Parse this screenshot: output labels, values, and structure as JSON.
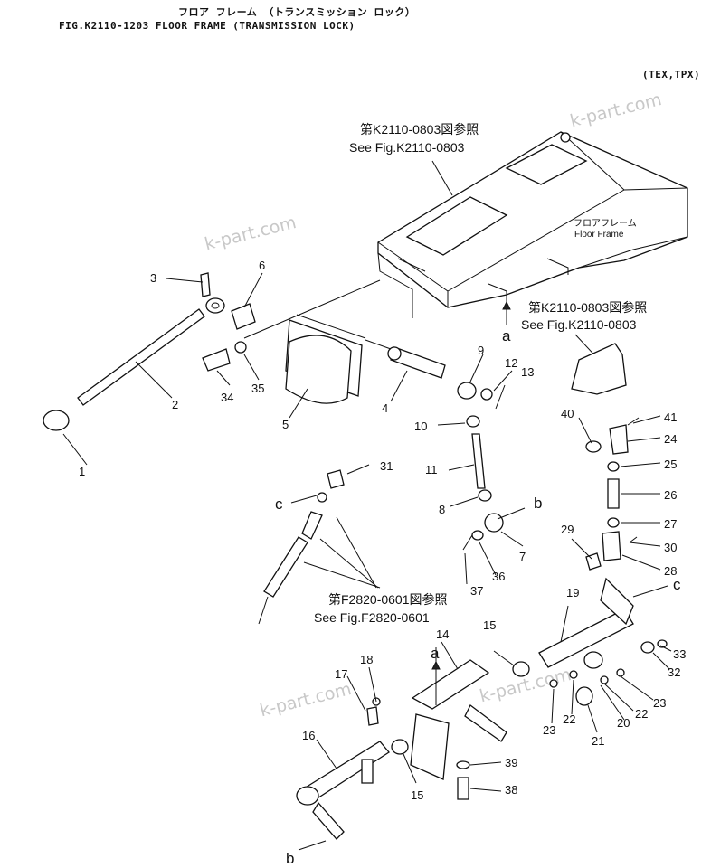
{
  "header": {
    "title_jp": "フロア フレーム （トランスミッション ロック）",
    "title_en": "FIG.K2110-1203  FLOOR FRAME (TRANSMISSION LOCK)",
    "model_tag": "(TEX,TPX)"
  },
  "watermark": "k-part.com",
  "references": {
    "top_jp": "第K2110-0803図参照",
    "top_en": "See Fig.K2110-0803",
    "right_jp": "第K2110-0803図参照",
    "right_en": "See Fig.K2110-0803",
    "bottom_jp": "第F2820-0601図参照",
    "bottom_en": "See Fig.F2820-0601"
  },
  "annotations": {
    "floor_frame_jp": "フロアフレーム",
    "floor_frame_en": "Floor Frame"
  },
  "connection_letters": {
    "a": "a",
    "b": "b",
    "c": "c"
  },
  "part_numbers": [
    "1",
    "2",
    "3",
    "4",
    "5",
    "6",
    "7",
    "8",
    "9",
    "10",
    "11",
    "12",
    "13",
    "14",
    "15",
    "16",
    "17",
    "18",
    "19",
    "20",
    "21",
    "22",
    "23",
    "24",
    "25",
    "26",
    "27",
    "28",
    "29",
    "30",
    "31",
    "32",
    "33",
    "34",
    "35",
    "36",
    "37",
    "38",
    "39",
    "40",
    "41"
  ]
}
